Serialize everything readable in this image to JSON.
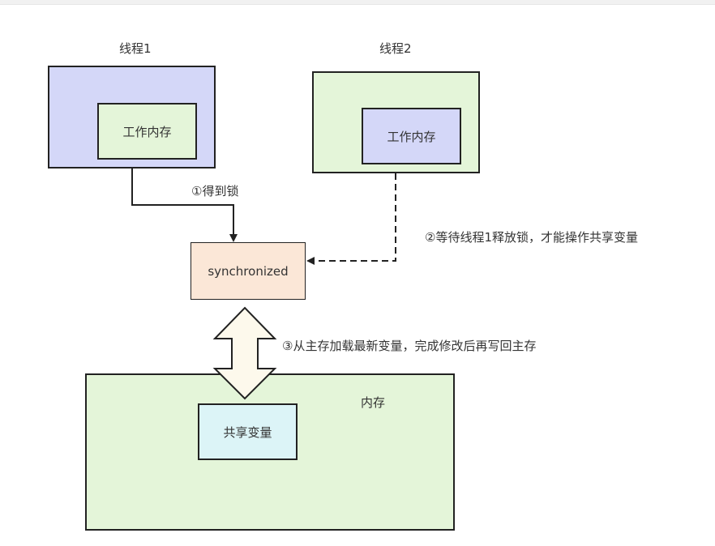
{
  "thread1": {
    "title": "线程1",
    "working_memory": "工作内存"
  },
  "thread2": {
    "title": "线程2",
    "working_memory": "工作内存"
  },
  "sync": {
    "label": "synchronized"
  },
  "main_memory": {
    "title": "内存",
    "shared_var": "共享变量"
  },
  "edges": {
    "step1": "①得到锁",
    "step2": "②等待线程1释放锁，才能操作共享变量",
    "step3": "③从主存加载最新变量，完成修改后再写回主存"
  },
  "colors": {
    "thread1_outer": "#d4d7f8",
    "thread1_inner": "#e4f5d9",
    "thread2_outer": "#e4f5d9",
    "thread2_inner": "#d4d7f8",
    "sync": "#fbe7d7",
    "main_memory": "#e4f5d9",
    "shared_var": "#dcf4f7",
    "double_arrow": "#fdf9ec"
  }
}
